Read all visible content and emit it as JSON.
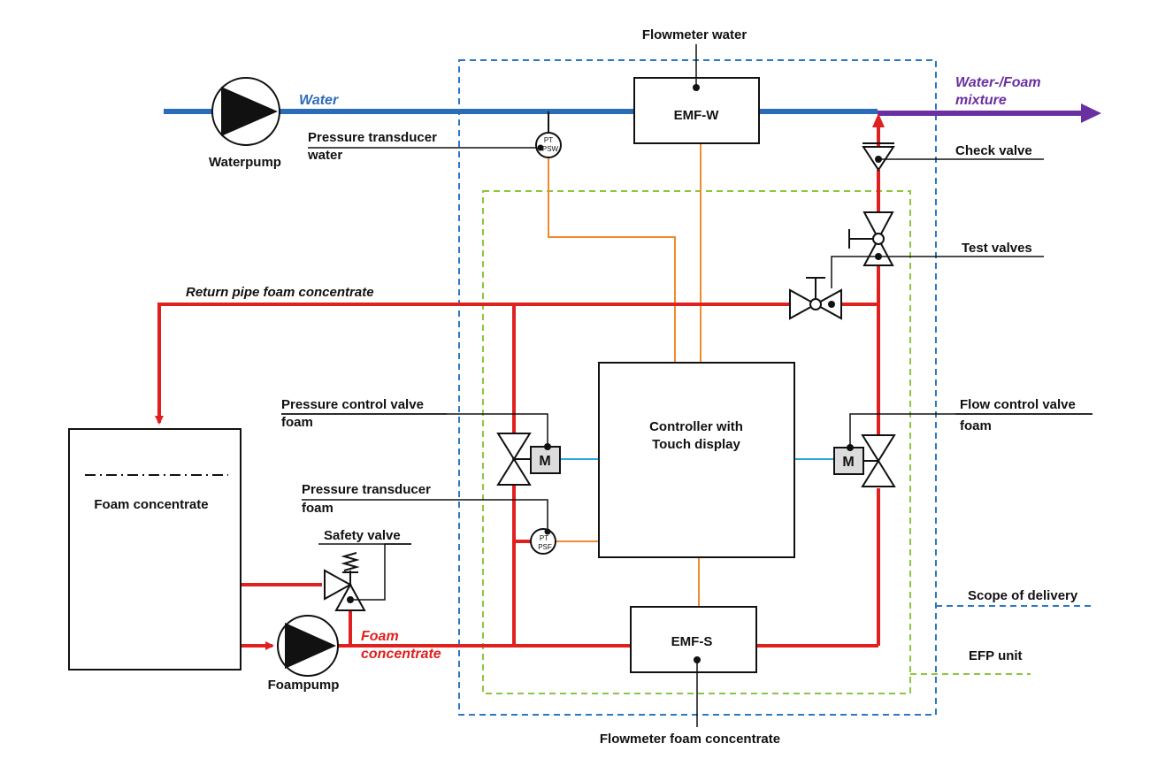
{
  "colors": {
    "water": "#2b6cb8",
    "foam": "#e0201e",
    "mixture": "#6a2fa0",
    "signal": "#f08a2c",
    "motor_link": "#29a8e0",
    "scope_border": "#2b78c4",
    "efp_border": "#8cc63f"
  },
  "labels": {
    "flowmeter_water": "Flowmeter water",
    "water": "Water",
    "waterpump": "Waterpump",
    "emf_w": "EMF-W",
    "mixture_line1": "Water-/Foam",
    "mixture_line2": "mixture",
    "pt_water_line1": "Pressure transducer",
    "pt_water_line2": "water",
    "check_valve": "Check valve",
    "test_valves": "Test valves",
    "return_pipe": "Return pipe foam concentrate",
    "pcv_line1": "Pressure control valve",
    "pcv_line2": "foam",
    "controller_line1": "Controller with",
    "controller_line2": "Touch display",
    "fcv_line1": "Flow control valve",
    "fcv_line2": "foam",
    "pt_foam_line1": "Pressure transducer",
    "pt_foam_line2": "foam",
    "foam_concentrate_tank": "Foam concentrate",
    "safety_valve": "Safety valve",
    "scope_of_delivery": "Scope of delivery",
    "foam_line1": "Foam",
    "foam_line2": "concentrate",
    "emf_s": "EMF-S",
    "efp_unit": "EFP unit",
    "foampump": "Foampump",
    "flowmeter_foam": "Flowmeter foam concentrate"
  },
  "instruments": {
    "pt_water_top": "PT",
    "pt_water_bottom": "PSW",
    "pt_foam_top": "PT",
    "pt_foam_bottom": "PSF",
    "motor_left": "M",
    "motor_right": "M"
  },
  "icons": {
    "waterpump": "pump-icon",
    "foampump": "pump-icon",
    "check_valve": "check-valve-icon",
    "test_valve_vertical": "gate-valve-icon",
    "test_valve_horizontal": "gate-valve-icon",
    "pressure_control_valve": "control-valve-icon",
    "flow_control_valve": "control-valve-icon",
    "safety_valve": "safety-valve-icon"
  }
}
